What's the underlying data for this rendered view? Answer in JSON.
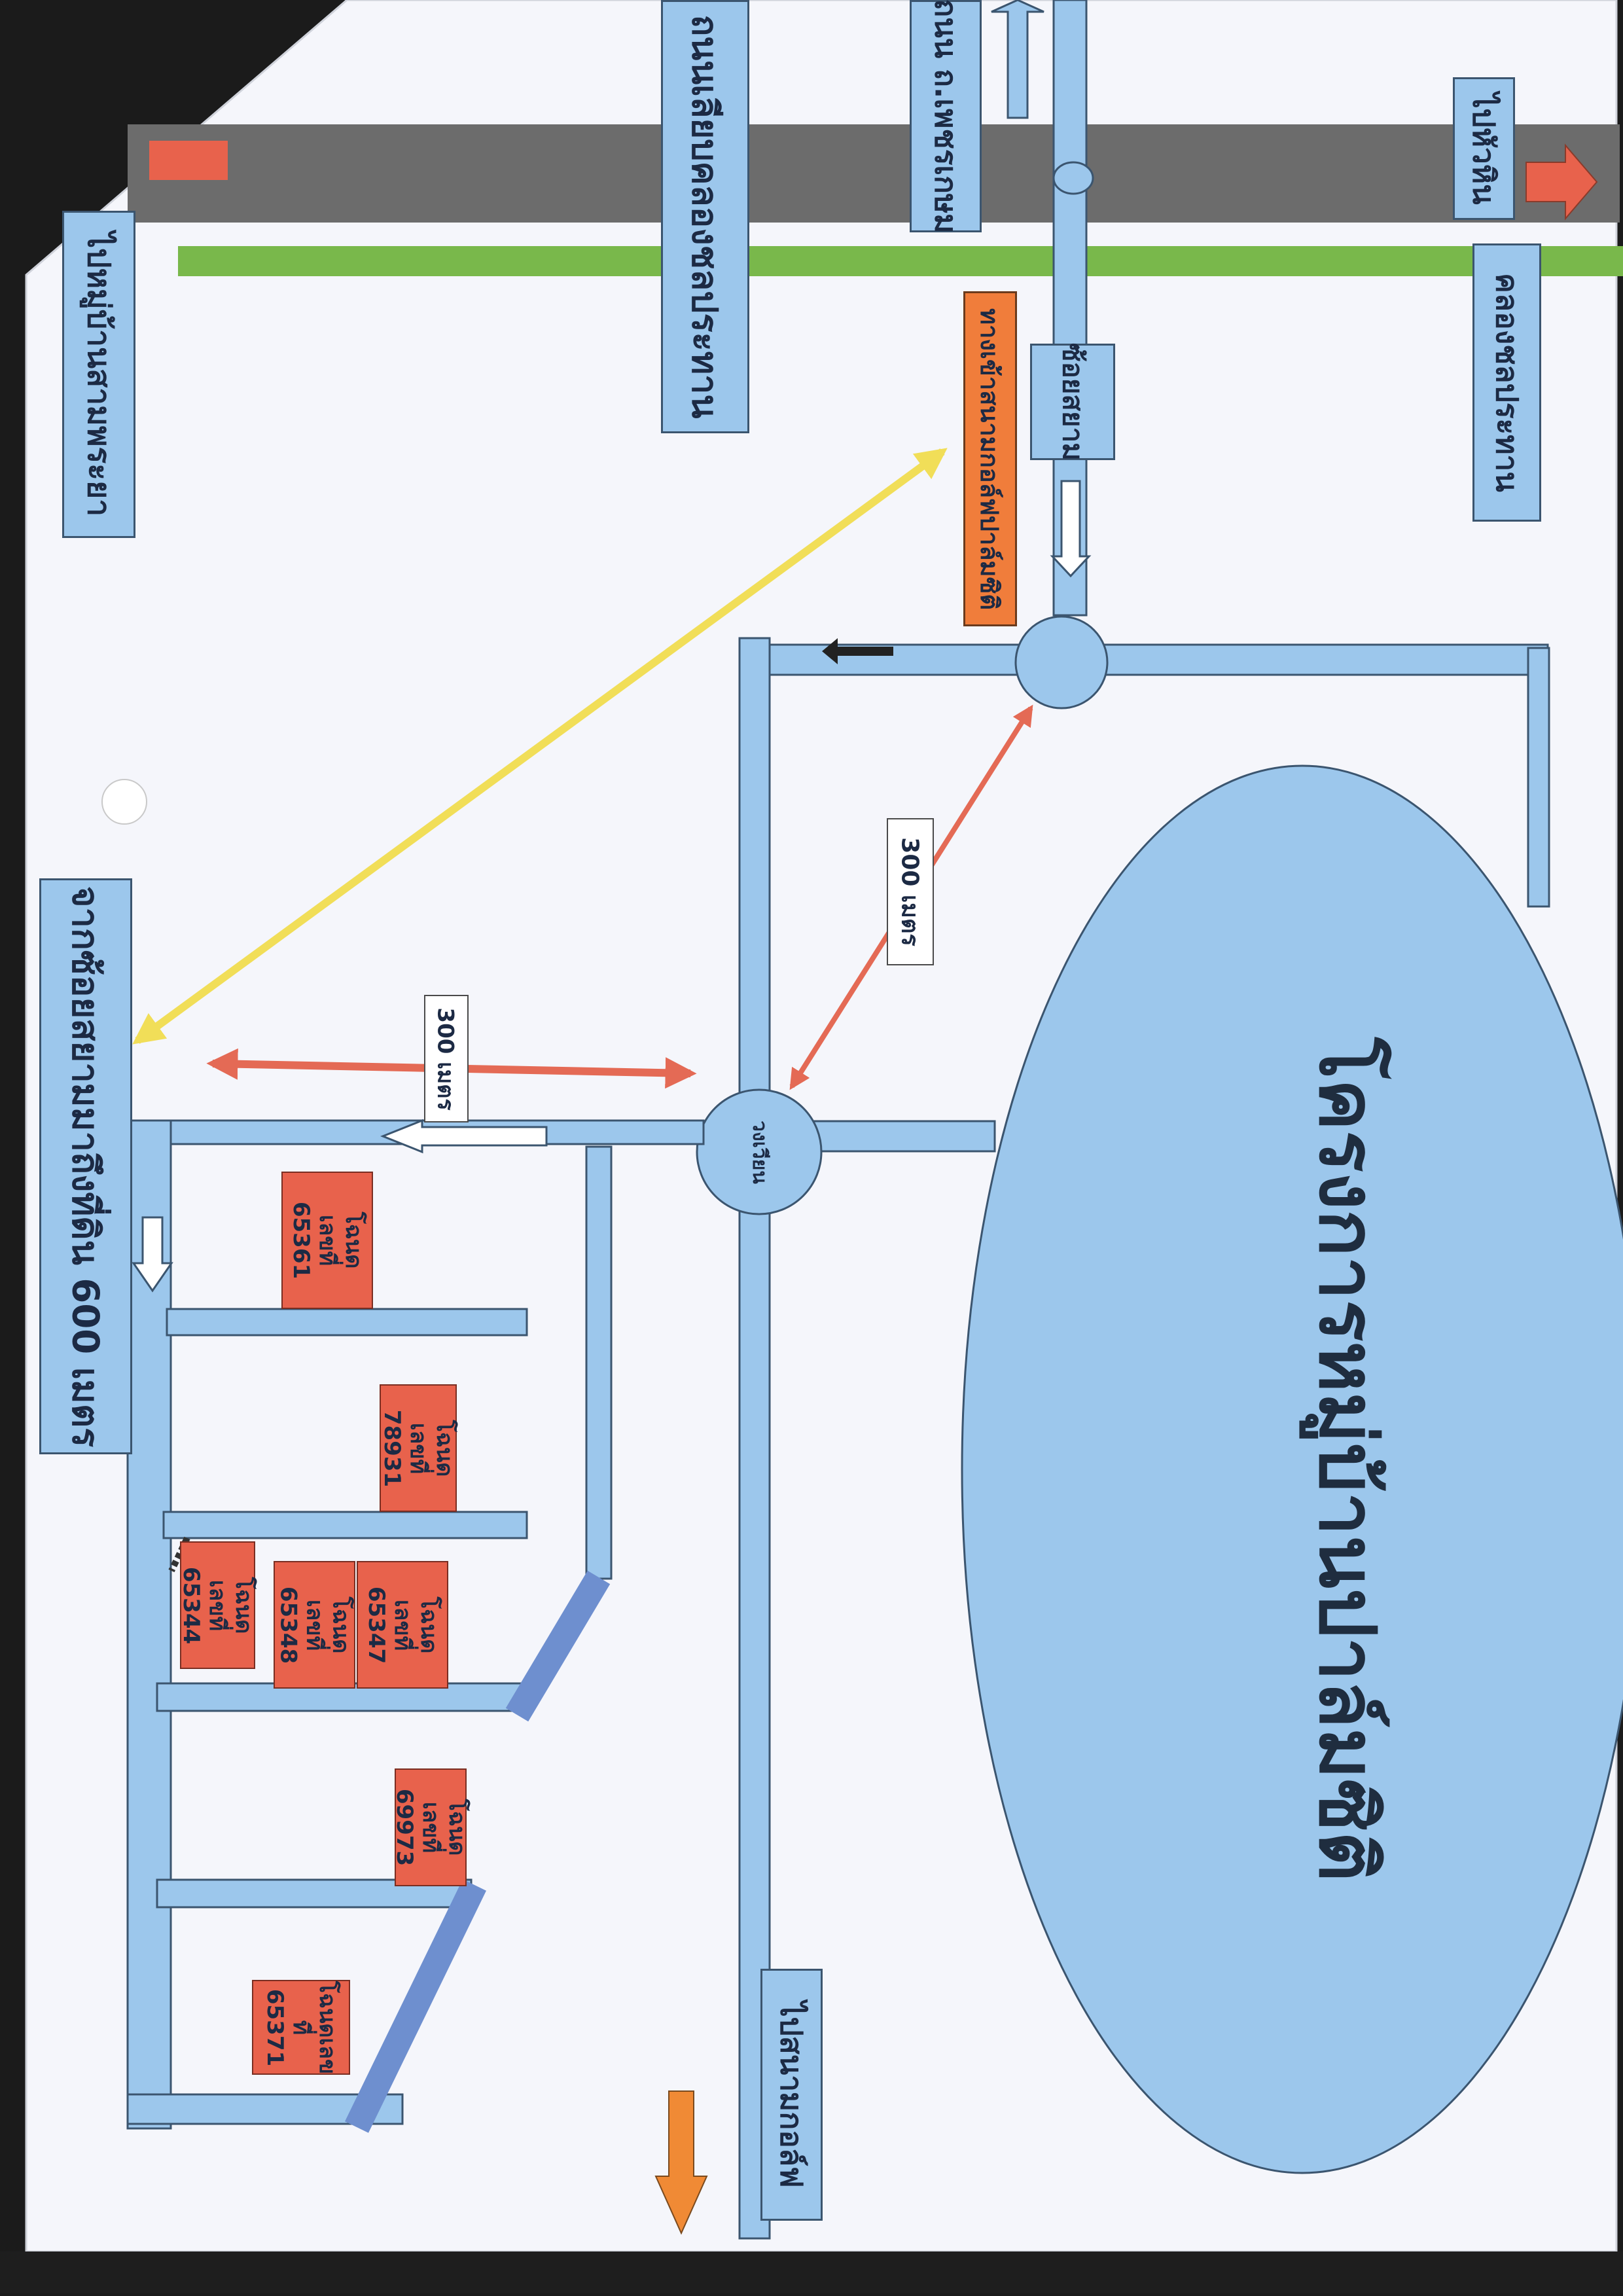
{
  "map_title": "โครงการหมู่บ้านปาล์มซิติ",
  "roads": {
    "highway_name": "ถนน ถ.เพชรเกษม",
    "road_khlong_chonprathan": "ถนนเลียบคลองชลประทาน",
    "canal_label": "คลองชลประทาน",
    "soi_name": "ซ้อยสยาม"
  },
  "directions": {
    "to_hua_hin": "ไปหัวหิน",
    "to_village": "ไปหมู่บ้านสามพระยา",
    "to_bangkok": "ไปสนามกอล์ฟ"
  },
  "junctions": {
    "roundabout": "วงเวียน"
  },
  "entrance": "ทางเข้าสนามกอล์ฟปาล์มซิติ",
  "distances": {
    "from_soi_to_land": "จากซ้อยสยามมาถึงที่ดิน 600 เมตร",
    "segment_1": "300 เมตร",
    "segment_2": "300 เมตร"
  },
  "plots": [
    {
      "label": "โฉนดเลขที่\n65361"
    },
    {
      "label": "โฉนดเลขที่\n78931"
    },
    {
      "label": "โฉนดเลขที่\n65347"
    },
    {
      "label": "โฉนดเลขที่\n65348"
    },
    {
      "label": "โฉนดเลขที่\n65344"
    },
    {
      "label": "โฉนดเลขที่\n69973"
    },
    {
      "label": "โฉนดเลขที่\n65371"
    }
  ],
  "colors": {
    "road_blue": "#9cc7ec",
    "highway_gray": "#6c6c6c",
    "canal_green": "#79b84b",
    "lake_blue": "#9cc7ec",
    "plot_red": "#e8624c",
    "arrow_red": "#e46a55",
    "arrow_yellow": "#f1de58",
    "arrow_orange": "#f08a35"
  },
  "icons": {
    "road_direction": "white-outline-arrow-icon",
    "distance": "double-headed-arrow-icon",
    "to_direction": "orange-block-arrow-icon"
  }
}
